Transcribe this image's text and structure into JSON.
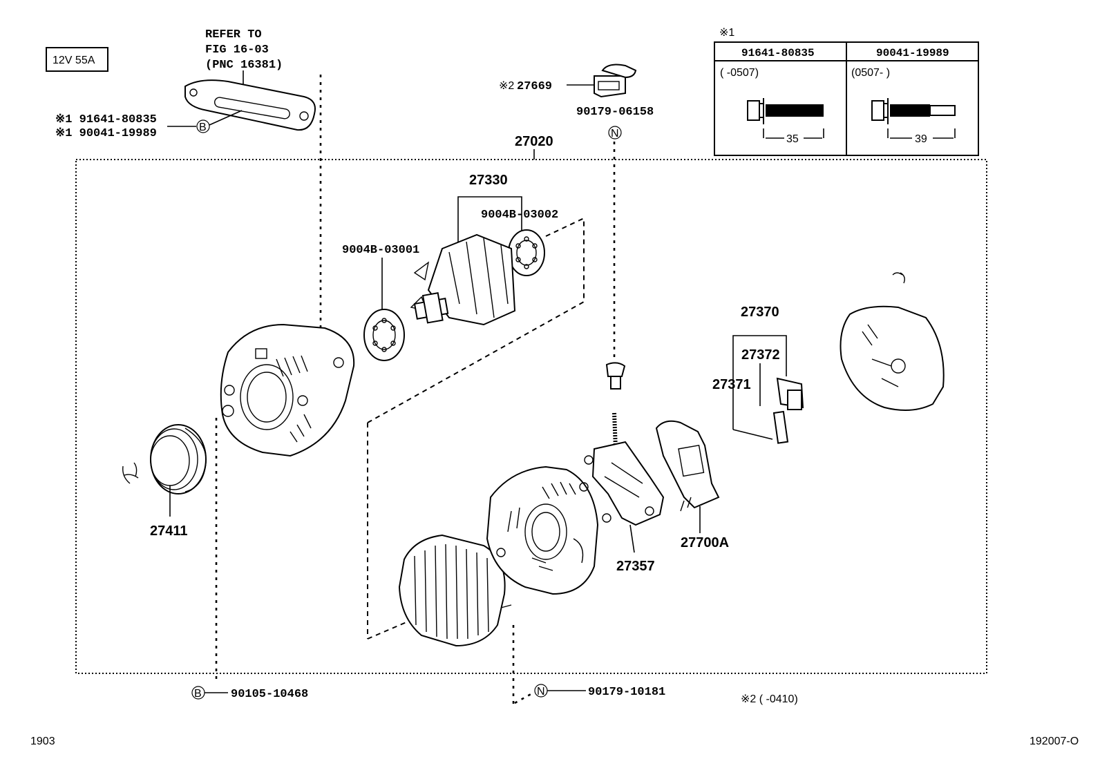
{
  "rating_box": "12V 55A",
  "refer": {
    "line1": "REFER TO",
    "line2": "FIG 16-03",
    "line3": "(PNC 16381)"
  },
  "bolt_left": {
    "line1": "※1 91641-80835",
    "line2": "※1 90041-19989",
    "symbol": "B"
  },
  "sensor": {
    "mark": "※2",
    "part": "27669",
    "screw": "90179-06158",
    "symbol": "N"
  },
  "assembly": "27020",
  "rotor": {
    "part": "27330",
    "bearing_rear": "9004B-03002",
    "bearing_front": "9004B-03001"
  },
  "regulator": {
    "group": "27370",
    "holder": "27372",
    "brush": "27371"
  },
  "pulley": "27411",
  "rectifier": "27357",
  "regulator_assy": "27700A",
  "bottom_left": {
    "symbol": "B",
    "part": "90105-10468"
  },
  "bottom_mid": {
    "symbol": "N",
    "part": "90179-10181"
  },
  "footnote2": "※2 (     -0410)",
  "table": {
    "mark": "※1",
    "columns": [
      {
        "part": "91641-80835",
        "range": "(     -0507)",
        "length": "35"
      },
      {
        "part": "90041-19989",
        "range": "(0507-     )",
        "length": "39"
      }
    ]
  },
  "footer_left": "1903",
  "footer_right": "192007-O"
}
